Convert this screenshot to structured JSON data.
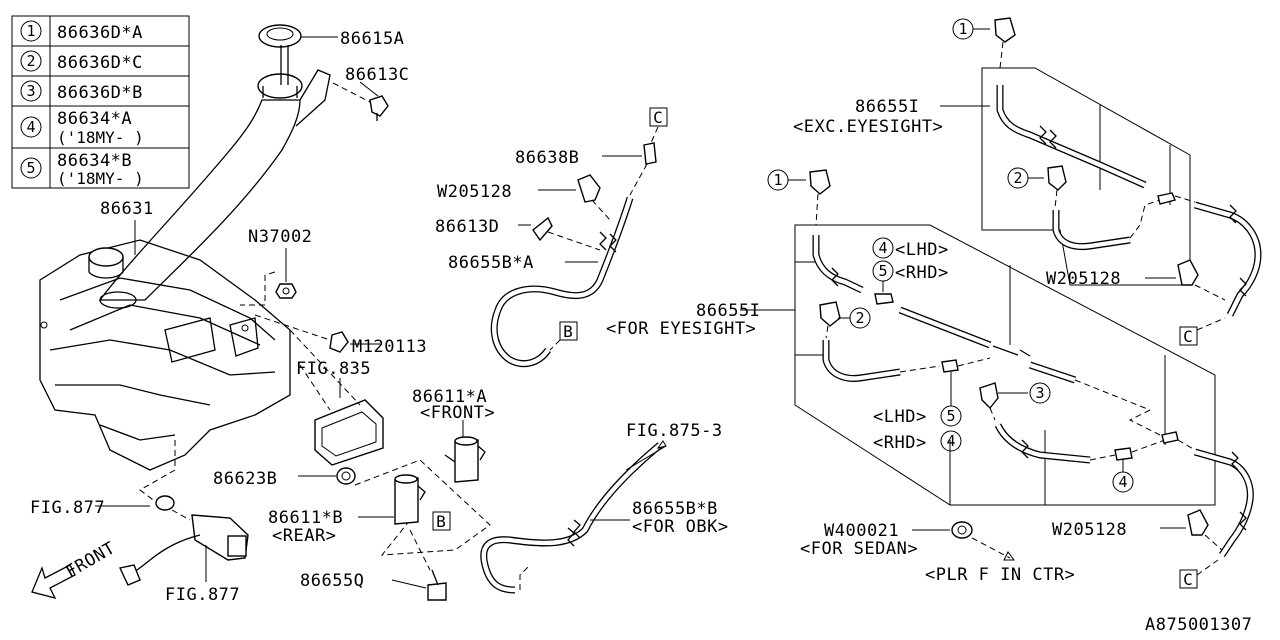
{
  "legend": {
    "rows": [
      {
        "num": "1",
        "part": "86636D*A",
        "note": ""
      },
      {
        "num": "2",
        "part": "86636D*C",
        "note": ""
      },
      {
        "num": "3",
        "part": "86636D*B",
        "note": ""
      },
      {
        "num": "4",
        "part": "86634*A",
        "note": "('18MY- )"
      },
      {
        "num": "5",
        "part": "86634*B",
        "note": "('18MY- )"
      }
    ]
  },
  "labels": {
    "cap": "86615A",
    "bracket_clip": "86613C",
    "tank": "86631",
    "nut": "N37002",
    "bolt": "M120113",
    "fig835": "FIG.835",
    "fig877_a": "FIG.877",
    "fig877_b": "FIG.877",
    "front": "FRONT",
    "grommet": "86623B",
    "pump_front": "86611*A",
    "pump_front_note": "<FRONT>",
    "pump_rear": "86611*B",
    "pump_rear_note": "<REAR>",
    "hose_q": "86655Q",
    "joint": "86638B",
    "clip_w_left": "W205128",
    "clip_d": "86613D",
    "hose_ba": "86655B*A",
    "fig875": "FIG.875-3",
    "hose_bb": "86655B*B",
    "hose_bb_note": "<FOR OBK>",
    "hose_i_top": "86655I",
    "hose_i_top_note": "<EXC.EYESIGHT>",
    "clip_w_right_top": "W205128",
    "hose_i_mid": "86655I",
    "hose_i_mid_note": "<FOR EYESIGHT>",
    "lhd_top": "<LHD>",
    "rhd_top": "<RHD>",
    "lhd_bottom": "<LHD>",
    "rhd_bottom": "<RHD>",
    "clip_w_right_bottom": "W205128",
    "w400021": "W400021",
    "w400021_note": "<FOR SEDAN>",
    "plr_note": "<PLR F IN CTR>",
    "ref_b_left": "B",
    "ref_b_mid": "B",
    "ref_c_left": "C",
    "ref_c_right_top": "C",
    "ref_c_right_bottom": "C",
    "drawing_no": "A875001307"
  },
  "callouts": {
    "n1_top": "1",
    "n2_top": "2",
    "n1_mid": "1",
    "n4_top": "4",
    "n5_top": "5",
    "n2_mid": "2",
    "n3_mid": "3",
    "n5_bottom": "5",
    "n4_bottom": "4",
    "n4_low": "4"
  }
}
